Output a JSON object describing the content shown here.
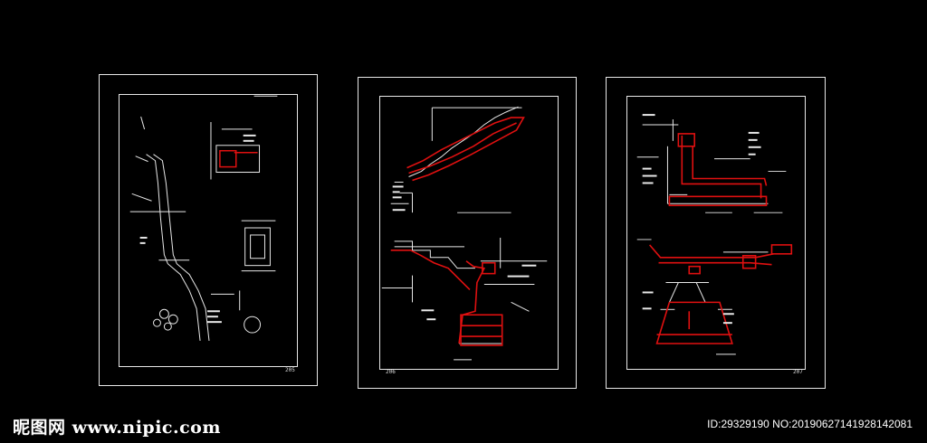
{
  "sheets": [
    {
      "page_number": "205",
      "title_text": "",
      "view_description": "Slope protection section with retaining detail"
    },
    {
      "page_number": "206",
      "title_text": "",
      "view_description": "Staircase section and foundation detail"
    },
    {
      "page_number": "207",
      "title_text": "",
      "view_description": "Wall footing and foundation section"
    }
  ],
  "footer": {
    "watermark_brand": "昵图网 www.nipic.com",
    "image_id_text": "ID:29329190 NO:20190627141928142081"
  },
  "colors": {
    "background": "#000000",
    "line": "#e8e8e8",
    "highlight": "#e01010"
  }
}
